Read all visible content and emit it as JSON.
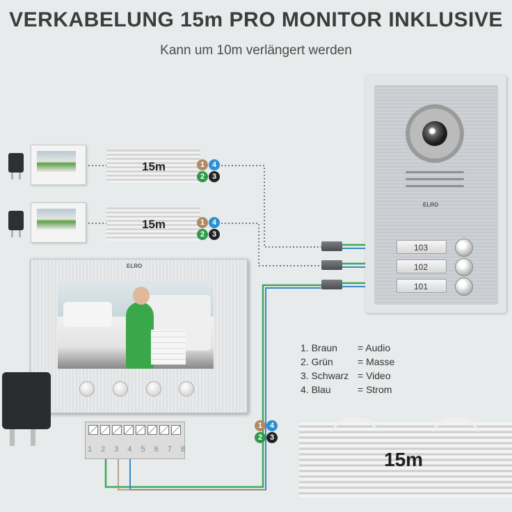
{
  "header": {
    "title": "VERKABELUNG 15m PRO MONITOR INKLUSIVE",
    "subtitle": "Kann um 10m verlängert werden"
  },
  "door_station": {
    "brand": "ELRO",
    "buttons": [
      {
        "label": "103"
      },
      {
        "label": "102"
      },
      {
        "label": "101"
      }
    ]
  },
  "monitors": {
    "small_1": {
      "cable_length": "15m"
    },
    "small_2": {
      "cable_length": "15m"
    },
    "main": {
      "brand": "ELRO"
    }
  },
  "wire_badges": [
    "1",
    "4",
    "2",
    "3"
  ],
  "terminal": {
    "numbers": [
      "1",
      "2",
      "3",
      "4",
      "5",
      "6",
      "7",
      "8"
    ]
  },
  "legend": [
    {
      "index": "1. Braun",
      "meaning": "= Audio"
    },
    {
      "index": "2. Grün",
      "meaning": "= Masse"
    },
    {
      "index": "3. Schwarz",
      "meaning": "= Video"
    },
    {
      "index": "4. Blau",
      "meaning": "= Strom"
    }
  ],
  "big_cable": {
    "label": "15m"
  },
  "colors": {
    "brown": "#b08a62",
    "blue": "#2a8fd3",
    "green": "#2f9a4a",
    "black": "#222222",
    "wire_green": "#3aa85a",
    "wire_blue": "#3a86c8"
  }
}
